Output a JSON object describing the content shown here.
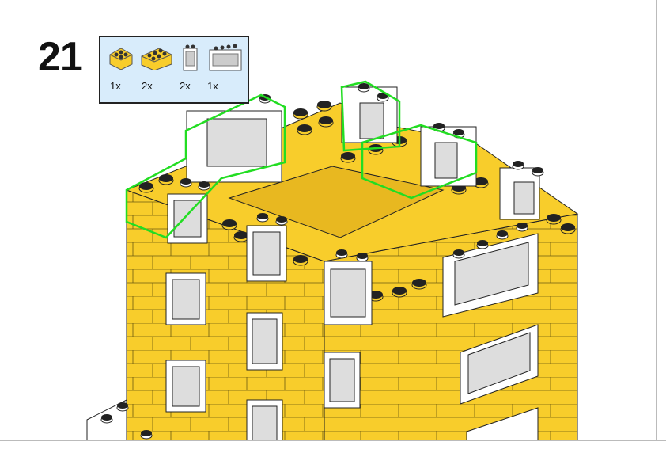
{
  "step": {
    "number": "21"
  },
  "parts_list": [
    {
      "name": "yellow-brick-2x2",
      "qty": "1x"
    },
    {
      "name": "yellow-brick-2x3",
      "qty": "2x"
    },
    {
      "name": "white-window-1x2",
      "qty": "2x"
    },
    {
      "name": "white-window-1x4",
      "qty": "1x"
    }
  ],
  "colors": {
    "brick": "#f8cd2b",
    "highlight": "#22dd22",
    "window": "#ffffff",
    "glass": "#d9d9d9",
    "parts_bg": "#d8ecfb"
  }
}
